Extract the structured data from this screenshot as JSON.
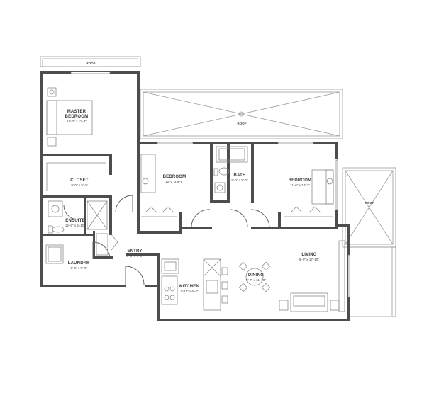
{
  "plan": {
    "rooms": {
      "master": {
        "name": "MASTER BEDROOM",
        "name_line1": "MASTER",
        "name_line2": "BEDROOM",
        "dims": "13'-0\" x 11'-3\""
      },
      "closet": {
        "name": "CLOSET",
        "dims": "9'-0\" x 5'-4\""
      },
      "ensuite": {
        "name": "ENSUITE",
        "dims": "12'-6\" x 5'-10\""
      },
      "laundry": {
        "name": "LAUNDRY",
        "dims": "9'-0\" x 6'-0\""
      },
      "entry": {
        "name": "ENTRY",
        "dims": "6'-6\" x 7'-6\""
      },
      "kitchen": {
        "name": "KITCHEN",
        "dims": "7'-11\" x 6'-4\""
      },
      "dining": {
        "name": "DINING",
        "dims": "8'-7\" x 11'-10\""
      },
      "living": {
        "name": "LIVING",
        "dims": "9'-0\" x 17'-10\""
      },
      "bedroom1": {
        "name": "BEDROOM",
        "dims": "10'-0\" x 9'-6\""
      },
      "bath": {
        "name": "BATH",
        "dims": "9'-0\" x 5'-0\""
      },
      "bedroom2": {
        "name": "BEDROOM",
        "dims": "11'-6\" x 12'-1\""
      }
    },
    "roofs": {
      "top": "ROOF",
      "center": "ROOF",
      "right": "ROOF"
    },
    "colors": {
      "wall": "#4d4d4d",
      "fixture": "#8a8a8a",
      "text": "#3a3a3a"
    }
  }
}
